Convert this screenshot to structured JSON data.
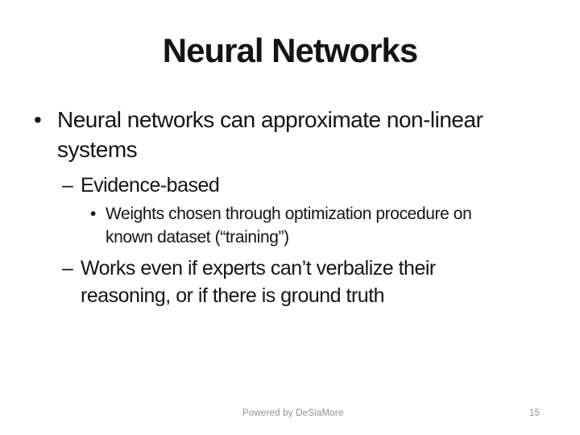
{
  "slide": {
    "title": "Neural Networks",
    "bullets": [
      {
        "level": 1,
        "marker": "•",
        "lines": [
          "Neural networks can approximate non-linear",
          "systems"
        ]
      },
      {
        "level": 2,
        "marker": "–",
        "lines": [
          "Evidence-based"
        ]
      },
      {
        "level": 3,
        "marker": "•",
        "lines": [
          "Weights chosen through optimization procedure on",
          "known dataset (“training”)"
        ]
      },
      {
        "level": 2,
        "marker": "–",
        "lines": [
          "Works even if experts can’t verbalize their",
          "reasoning, or if there is ground truth"
        ]
      }
    ],
    "footer": {
      "powered_by": "Powered by DeSiaMore",
      "page_number": "15"
    },
    "colors": {
      "background": "#ffffff",
      "text": "#141414",
      "footer_text": "#919191"
    }
  }
}
